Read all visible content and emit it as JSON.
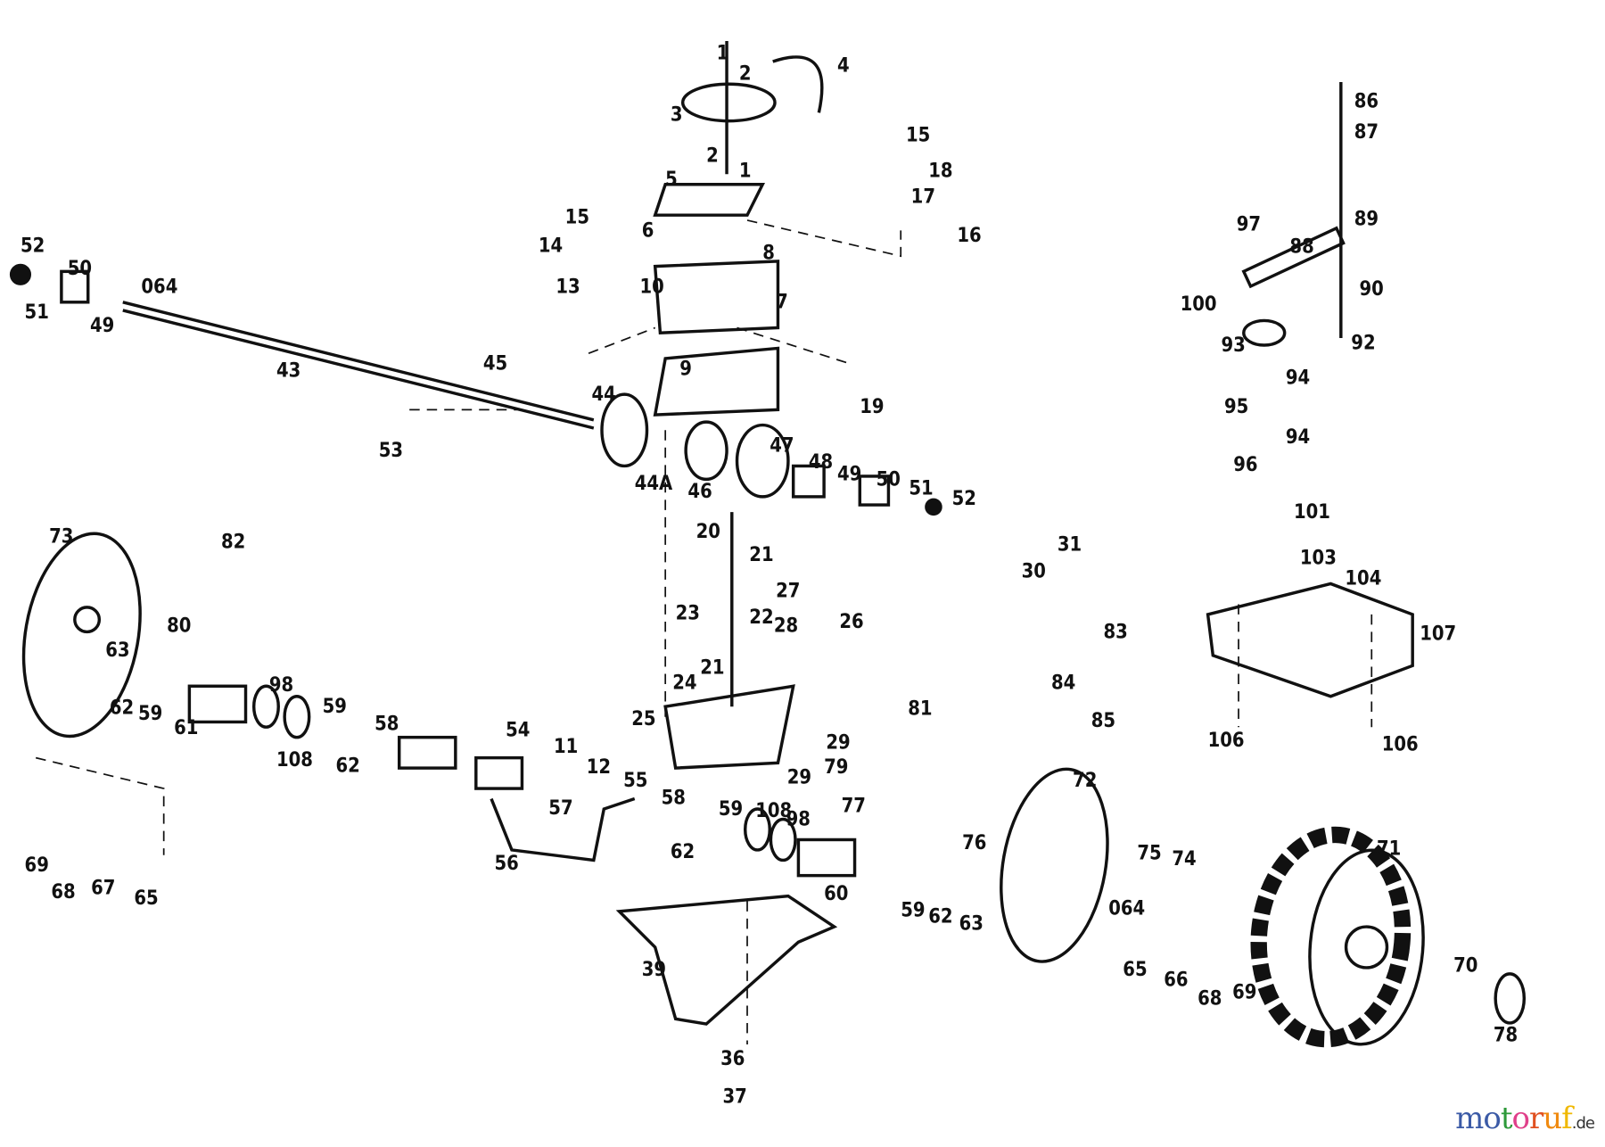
{
  "diagram": {
    "part_numbers": [
      "1",
      "2",
      "4",
      "3",
      "2",
      "1",
      "5",
      "15",
      "18",
      "17",
      "16",
      "15",
      "14",
      "6",
      "8",
      "13",
      "10",
      "7",
      "52",
      "50",
      "51",
      "49",
      "064",
      "43",
      "45",
      "53",
      "9",
      "19",
      "44",
      "44A",
      "46",
      "47",
      "48",
      "49",
      "50",
      "51",
      "52",
      "20",
      "21",
      "23",
      "22",
      "27",
      "28",
      "26",
      "21",
      "24",
      "25",
      "86",
      "87",
      "89",
      "97",
      "88",
      "100",
      "90",
      "92",
      "93",
      "94",
      "95",
      "94",
      "96",
      "101",
      "103",
      "104",
      "31",
      "30",
      "83",
      "84",
      "85",
      "107",
      "106",
      "106",
      "73",
      "82",
      "80",
      "63",
      "62",
      "59",
      "61",
      "98",
      "108",
      "59",
      "62",
      "58",
      "54",
      "11",
      "12",
      "29",
      "29",
      "81",
      "79",
      "77",
      "55",
      "57",
      "58",
      "59",
      "108",
      "98",
      "62",
      "56",
      "69",
      "68",
      "67",
      "65",
      "72",
      "76",
      "75",
      "74",
      "71",
      "60",
      "59",
      "62",
      "63",
      "064",
      "65",
      "66",
      "68",
      "69",
      "70",
      "78",
      "39",
      "36",
      "37"
    ]
  },
  "watermark": {
    "letters": [
      "m",
      "o",
      "t",
      "o",
      "r",
      "u",
      "f"
    ],
    "tld": ".de",
    "colors": [
      "#3b5aa6",
      "#3b5aa6",
      "#2e9a3a",
      "#e0408a",
      "#e05020",
      "#f08a10",
      "#f0b800"
    ]
  }
}
